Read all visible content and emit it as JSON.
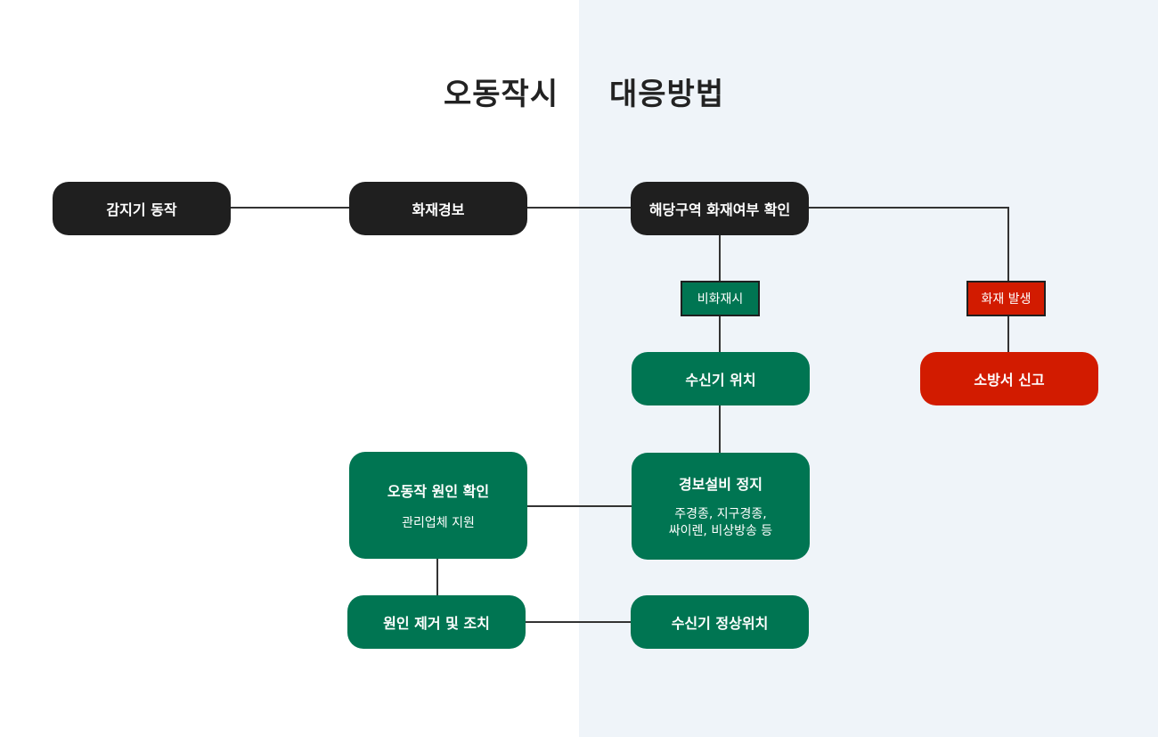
{
  "titles": {
    "left": "오동작시",
    "right": "대응방법"
  },
  "nodes": {
    "detector": "감지기 동작",
    "alarm": "화재경보",
    "check": "해당구역 화재여부 확인",
    "receiver_position": "수신기 위치",
    "report_fire_station": "소방서 신고",
    "malfunction_cause": {
      "title": "오동작 원인 확인",
      "sub": "관리업체 지원"
    },
    "stop_alarm": {
      "title": "경보설비 정지",
      "sub_line1": "주경종, 지구경종,",
      "sub_line2": "싸이렌, 비상방송 등"
    },
    "remove_cause": "원인 제거 및 조치",
    "receiver_normal": "수신기 정상위치"
  },
  "tags": {
    "no_fire": "비화재시",
    "fire": "화재 발생"
  },
  "colors": {
    "black": "#1f1f1f",
    "green": "#007552",
    "red": "#d21b00",
    "panel": "#eff4f9"
  }
}
